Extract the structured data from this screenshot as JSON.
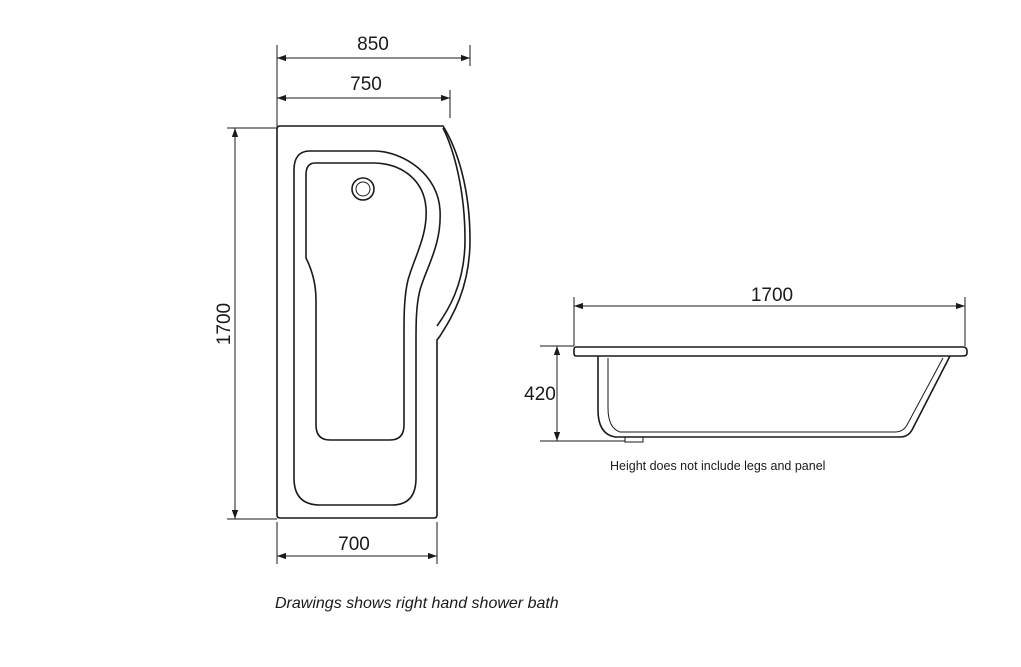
{
  "plan_view": {
    "width_top_outer": "850",
    "width_top_inner": "750",
    "length": "1700",
    "width_bottom": "700"
  },
  "side_view": {
    "length": "1700",
    "height": "420",
    "note": "Height does not include legs and panel"
  },
  "caption": "Drawings shows right hand shower bath"
}
